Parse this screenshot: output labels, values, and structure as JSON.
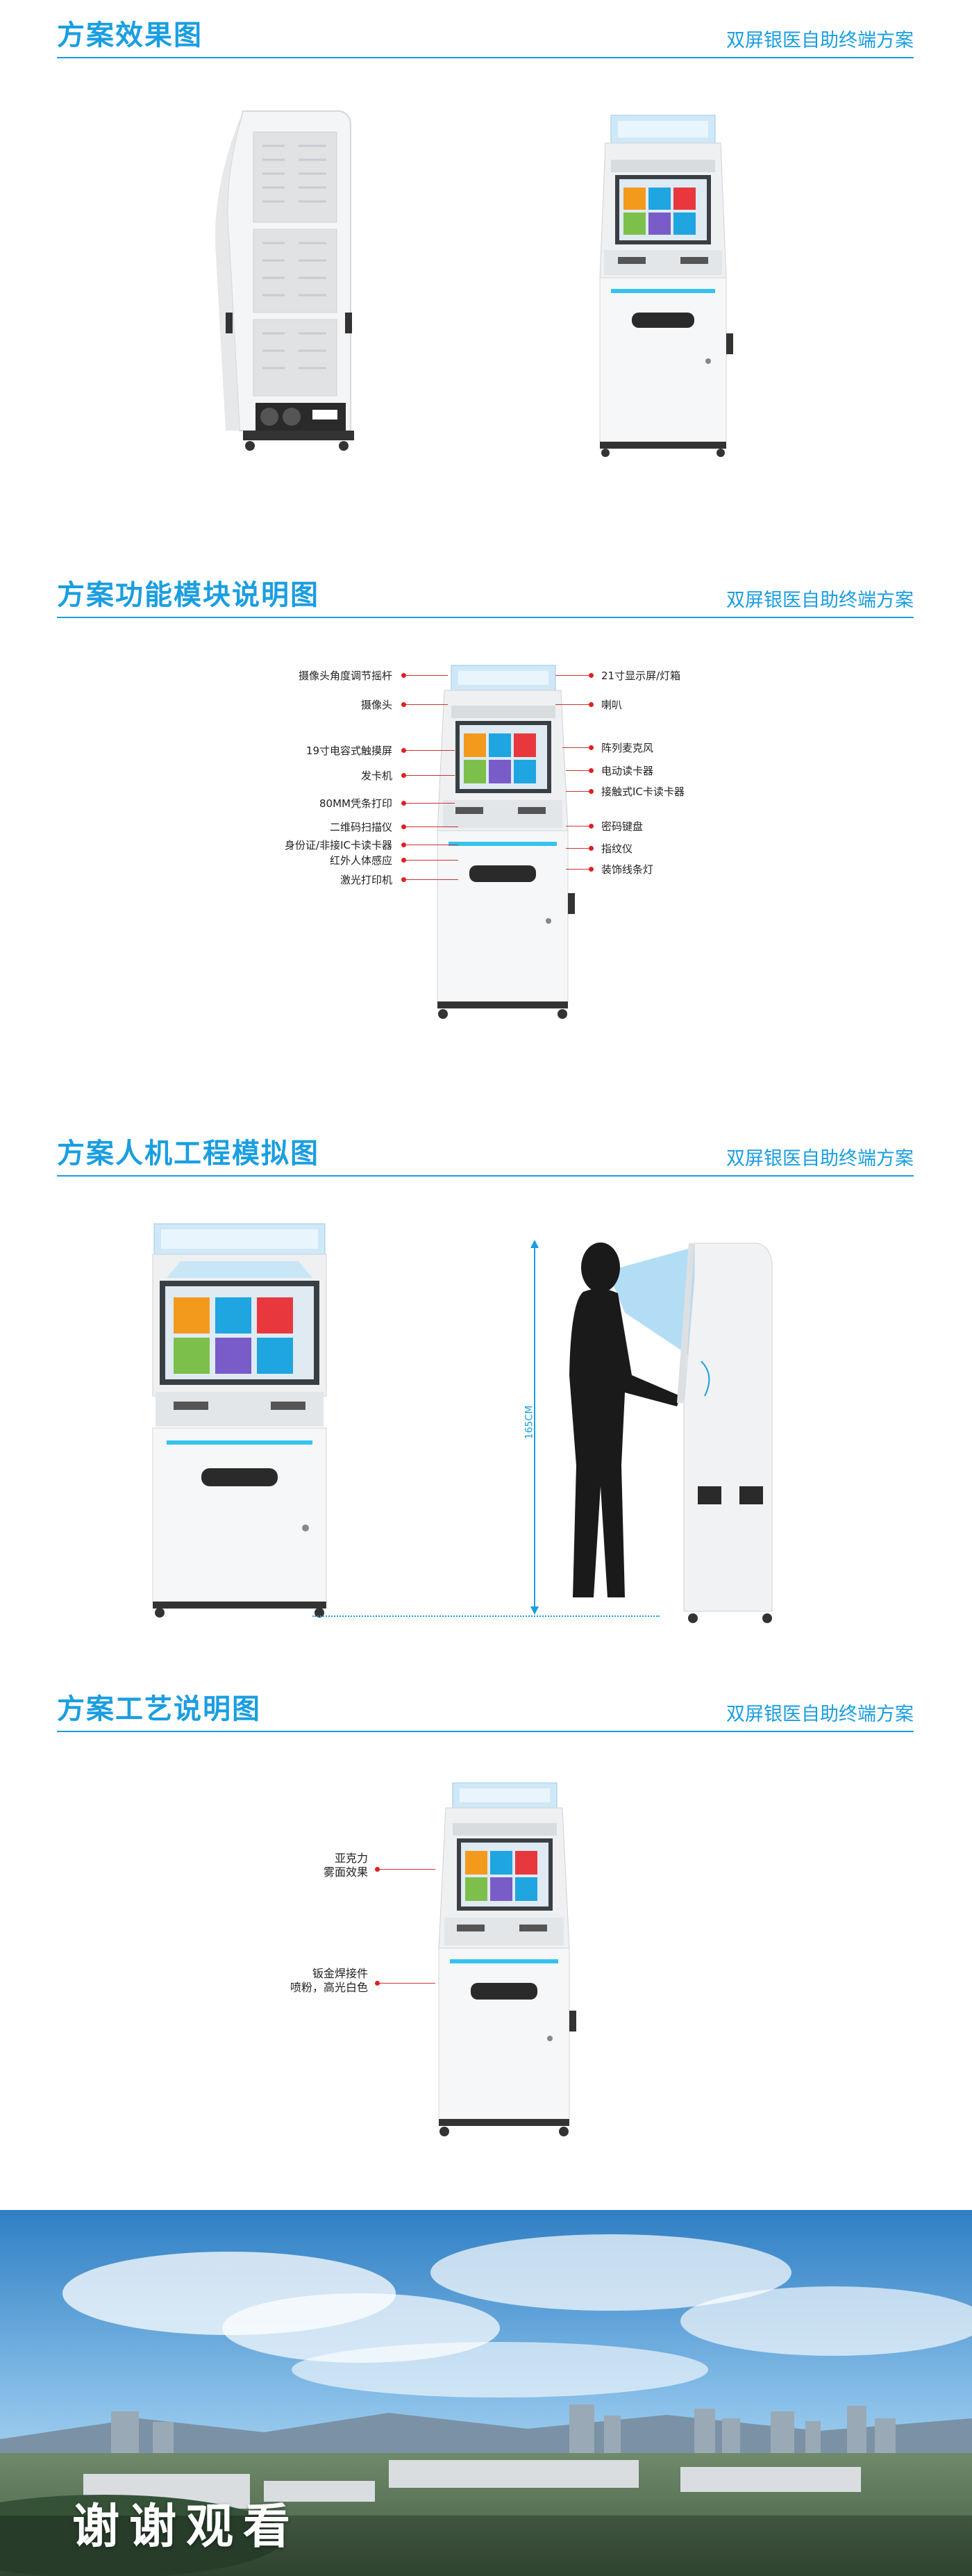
{
  "sections": [
    {
      "title": "方案效果图",
      "subtitle": "双屏银医自助终端方案"
    },
    {
      "title": "方案功能模块说明图",
      "subtitle": "双屏银医自助终端方案"
    },
    {
      "title": "方案人机工程模拟图",
      "subtitle": "双屏银医自助终端方案"
    },
    {
      "title": "方案工艺说明图",
      "subtitle": "双屏银医自助终端方案"
    }
  ],
  "function_labels": {
    "left": [
      "摄像头角度调节摇杆",
      "摄像头",
      "19寸电容式触摸屏",
      "发卡机",
      "80MM凭条打印",
      "二维码扫描仪",
      "身份证/非接IC卡读卡器",
      "红外人体感应",
      "激光打印机"
    ],
    "right": [
      "21寸显示屏/灯箱",
      "喇叭",
      "阵列麦克风",
      "电动读卡器",
      "接触式IC卡读卡器",
      "密码键盘",
      "指纹仪",
      "装饰线条灯"
    ]
  },
  "ergonomics": {
    "height_label": "165CM"
  },
  "craft_labels": {
    "acrylic": [
      "亚克力",
      "雾面效果"
    ],
    "sheet_metal": [
      "钣金焊接件",
      "喷粉，高光白色"
    ]
  },
  "footer": {
    "text": "谢谢观看"
  },
  "colors": {
    "accent": "#1a9ee0",
    "callout_dot": "#e02020"
  }
}
